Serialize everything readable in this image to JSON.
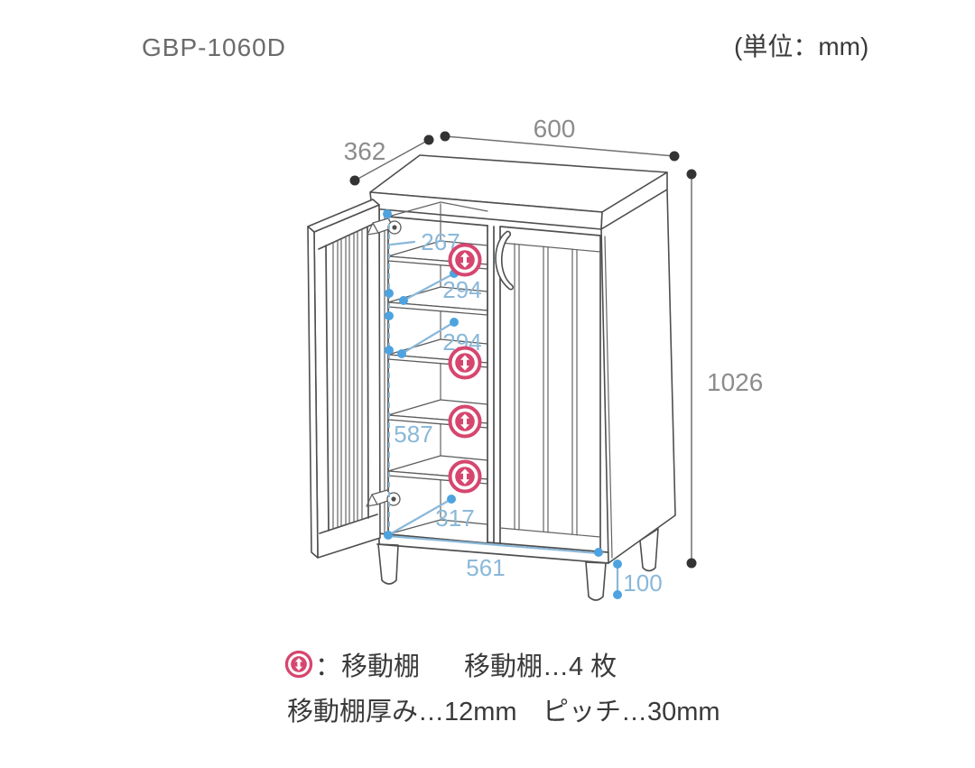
{
  "header": {
    "model": "GBP-1060D",
    "unit_label": "(単位：mm)"
  },
  "dims": {
    "width": "600",
    "depth": "362",
    "height": "1026",
    "top_space": "267",
    "pitch_upper": "294",
    "pitch_lower": "294",
    "mid_height": "587",
    "bottom_depth": "317",
    "bottom_width": "561",
    "leg_height": "100"
  },
  "legend": {
    "marker_label": "：移動棚",
    "count_label": "移動棚…4 枚",
    "thickness_label": "移動棚厚み…12mm",
    "pitch_label": "ピッチ…30mm"
  },
  "icons": {
    "movable_shelf_marker": "updown-arrow-circle-icon"
  },
  "colors": {
    "accent_pink": "#d6466f",
    "dim_blue_text": "#8ab8d9",
    "dim_blue_dot": "#4da3e0",
    "dim_gray_text": "#8c8c8c",
    "outline_gray": "#4f4f4f",
    "heading_gray": "#6b6b6b",
    "legend_text": "#3a3a3a"
  }
}
